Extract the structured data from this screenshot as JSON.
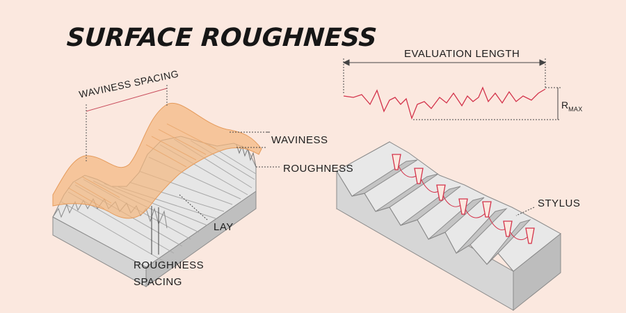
{
  "title": "SURFACE ROUGHNESS",
  "labels": {
    "waviness_spacing": "WAVINESS SPACING",
    "waviness": "WAVINESS",
    "roughness": "ROUGHNESS",
    "lay": "LAY",
    "roughness_spacing_line1": "ROUGHNESS",
    "roughness_spacing_line2": "SPACING",
    "evaluation_length": "EVALUATION LENGTH",
    "stylus": "STYLUS",
    "rmax_r": "R",
    "rmax_sub": "MAX"
  },
  "colors": {
    "background": "#fbe8df",
    "profile_line": "#d3324a",
    "waviness_fill": "#f4b77e",
    "block_light": "#e7e7e7",
    "block_side": "#c9c9c9",
    "block_dark": "#9b9b9b",
    "leader": "#444444"
  }
}
